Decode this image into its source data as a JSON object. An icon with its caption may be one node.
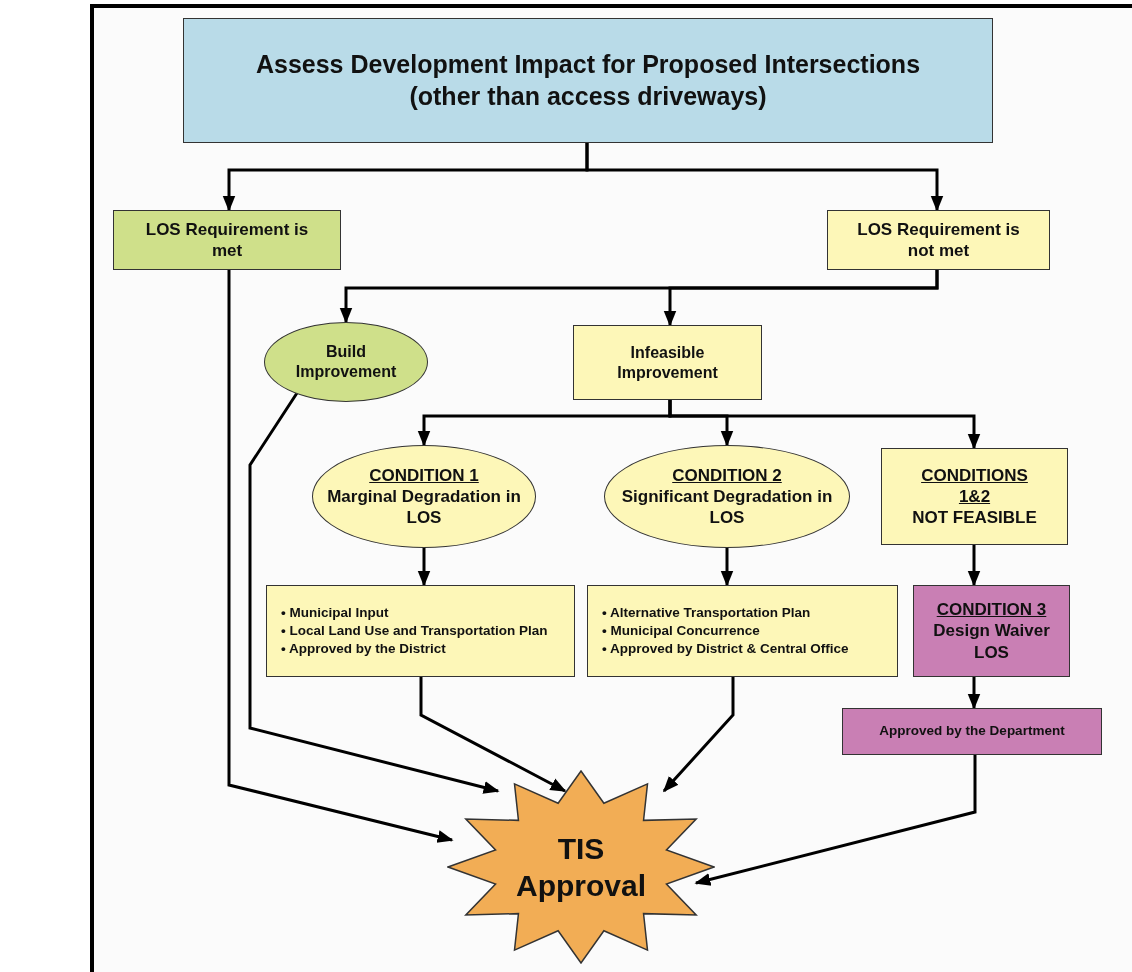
{
  "diagram": {
    "nodes": [
      {
        "text": [
          "Assess Development Impact for Proposed Intersections (other than access driveways)"
        ]
      },
      {
        "text": [
          "LOS Requirement is met"
        ]
      },
      {
        "text": [
          "LOS Requirement is not met"
        ]
      },
      {
        "text": [
          "Build Improvement"
        ]
      },
      {
        "text": [
          "Infeasible Improvement"
        ]
      },
      {
        "text": [
          "CONDITION 1",
          "Marginal Degradation in LOS"
        ]
      },
      {
        "text": [
          "CONDITION 2",
          "Significant Degradation in LOS"
        ]
      },
      {
        "text": [
          "CONDITIONS 1&2",
          "NOT FEASIBLE"
        ]
      },
      {
        "text": [
          "• Municipal Input",
          "• Local Land Use and Transportation Plan",
          "• Approved by the District"
        ]
      },
      {
        "text": [
          "• Alternative Transportation Plan",
          "• Municipal Concurrence",
          "• Approved by District & Central Office"
        ]
      },
      {
        "text": [
          "CONDITION 3",
          "Design Waiver LOS"
        ]
      },
      {
        "text": [
          "Approved by the Department"
        ]
      },
      {
        "text": [
          "TIS Approval"
        ]
      }
    ],
    "edges": [
      {
        "from": 0,
        "to": 1,
        "arrow": "to"
      },
      {
        "from": 0,
        "to": 2,
        "arrow": "to"
      },
      {
        "from": 2,
        "to": 3,
        "arrow": "to"
      },
      {
        "from": 2,
        "to": 4,
        "arrow": "to"
      },
      {
        "from": 4,
        "to": 5,
        "arrow": "to"
      },
      {
        "from": 4,
        "to": 6,
        "arrow": "to"
      },
      {
        "from": 4,
        "to": 7,
        "arrow": "to"
      },
      {
        "from": 5,
        "to": 8,
        "arrow": "to"
      },
      {
        "from": 6,
        "to": 9,
        "arrow": "to"
      },
      {
        "from": 7,
        "to": 10,
        "arrow": "to"
      },
      {
        "from": 10,
        "to": 11,
        "arrow": "to"
      },
      {
        "from": 1,
        "to": 12,
        "arrow": "to"
      },
      {
        "from": 3,
        "to": 12,
        "arrow": "to"
      },
      {
        "from": 8,
        "to": 12,
        "arrow": "to"
      },
      {
        "from": 9,
        "to": 12,
        "arrow": "to"
      },
      {
        "from": 11,
        "to": 12,
        "arrow": "to"
      }
    ]
  }
}
